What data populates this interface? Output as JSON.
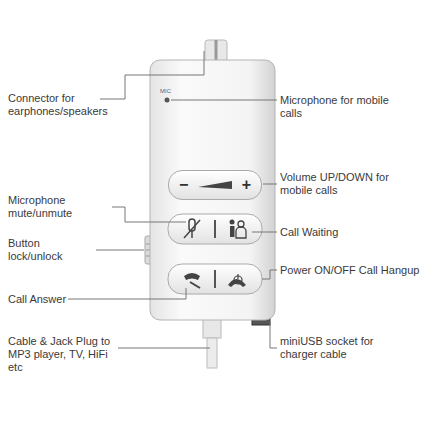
{
  "diagram": {
    "nodes": [
      {
        "text": [
          "MIC"
        ]
      },
      {
        "text": [
          "−",
          "+"
        ],
        "in": 0
      }
    ],
    "labels": [
      "Connector for earphones/speakers",
      "Microphone for mobile calls",
      "Volume UP/DOWN for mobile calls",
      "Microphone mute/unmute",
      "Call Waiting",
      "Button lock/unlock",
      "Power ON/OFF Call Hangup",
      "Call Answer",
      "Cable & Jack Plug to MP3 player, TV, HiFi etc",
      "miniUSB socket for charger cable"
    ]
  }
}
